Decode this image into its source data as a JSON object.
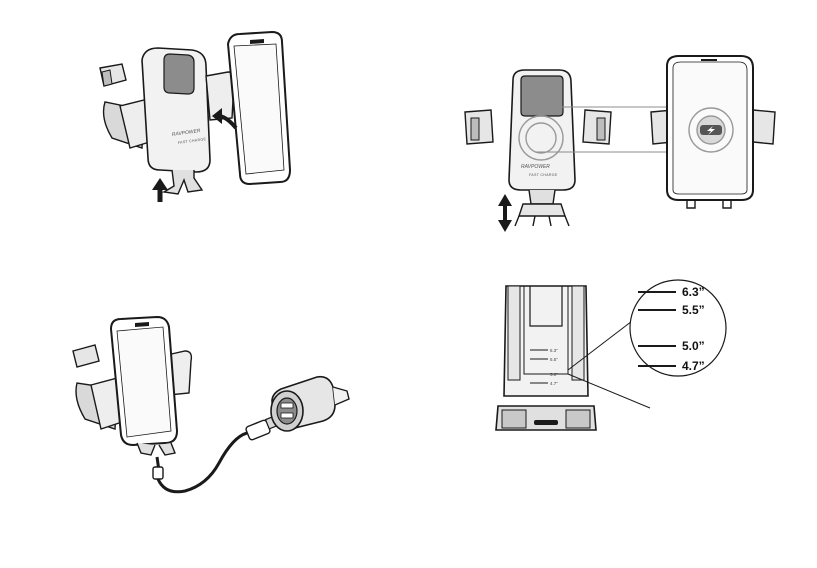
{
  "brand": {
    "logo_text": "RAVPOWER",
    "model_text": "FAST CHARGE"
  },
  "size_scale": {
    "labels": [
      "6.3”",
      "5.5”",
      "5.0”",
      "4.7”"
    ],
    "tick_labels": [
      "6.3”",
      "5.5”",
      "5.0”",
      "4.7”"
    ]
  },
  "icons": {
    "arrow_up": "arrow-up-icon",
    "curved_arrow": "curved-arrow-icon",
    "double_arrow": "double-arrow-icon",
    "lightning": "lightning-icon"
  },
  "colors": {
    "line": "#1a1a1a",
    "fill_light": "#f2f2f2",
    "fill_mid": "#d9d9d9",
    "fill_dark": "#8c8c8c"
  }
}
